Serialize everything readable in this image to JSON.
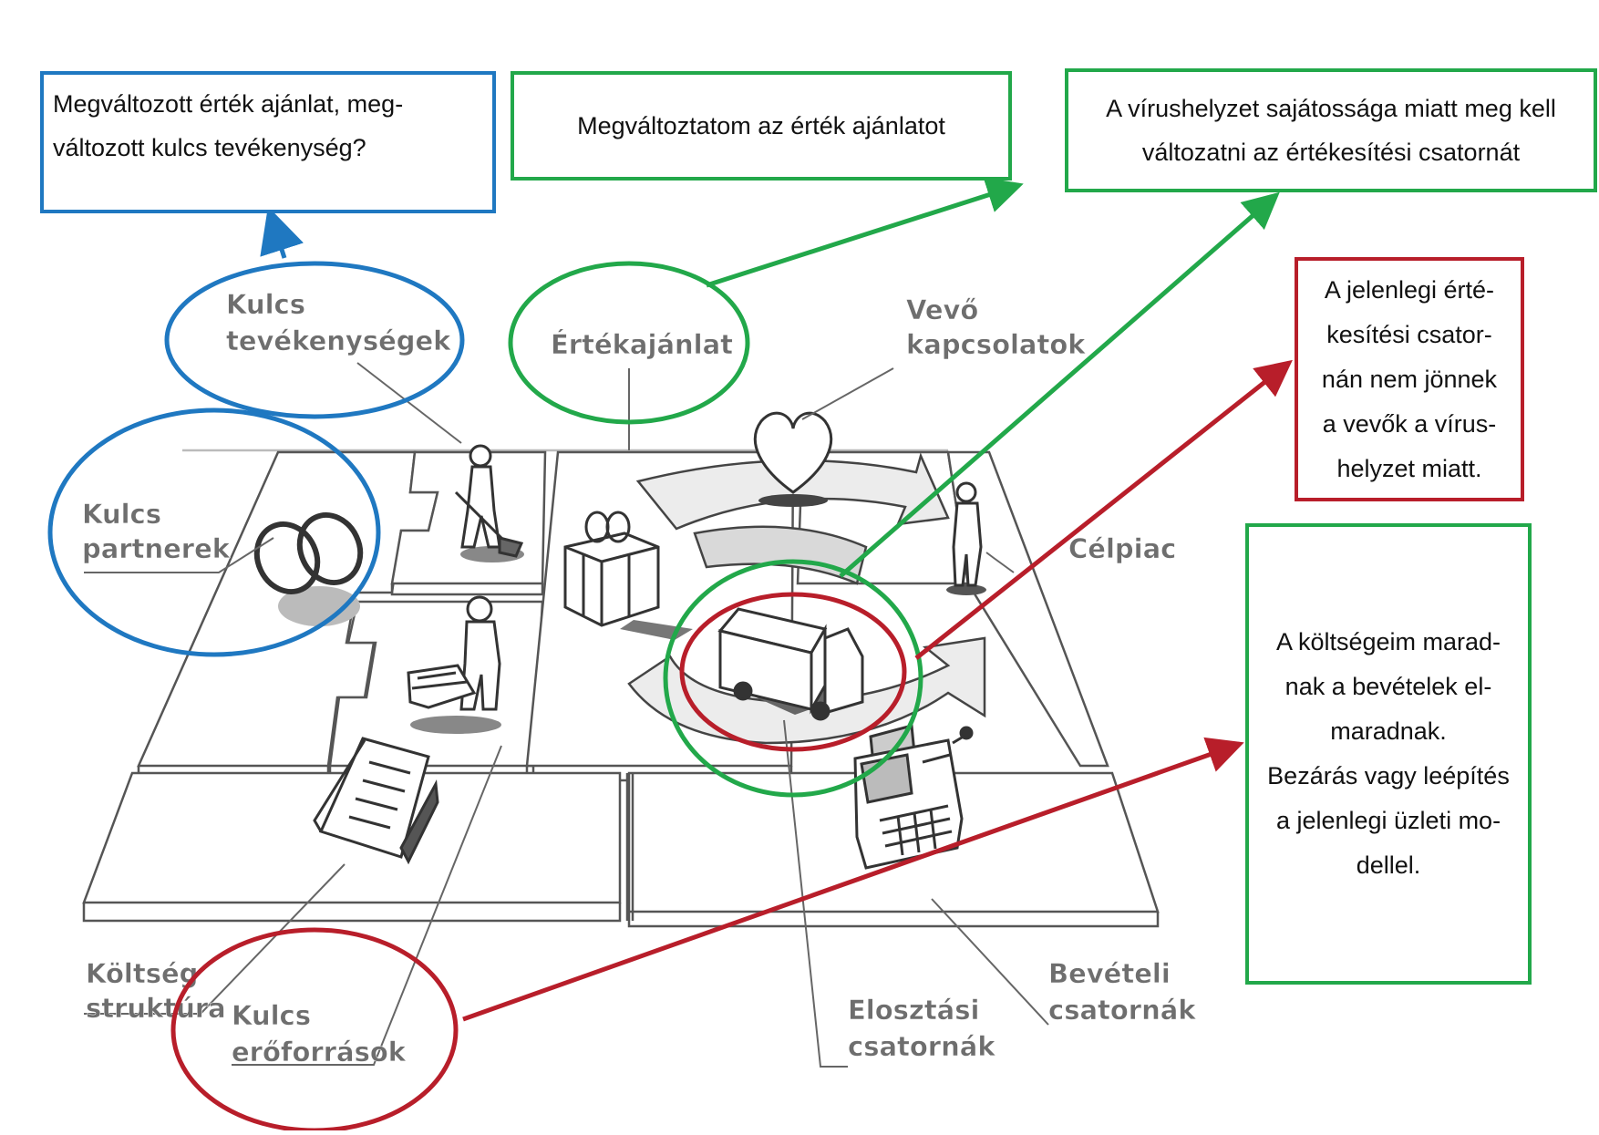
{
  "canvas_labels": {
    "key_activities": [
      "Kulcs",
      "tevékenységek"
    ],
    "value_proposition": "Értékajánlat",
    "customer_relationships": [
      "Vevő",
      "kapcsolatok"
    ],
    "key_partners": [
      "Kulcs",
      "partnerek"
    ],
    "customer_segments": "Célpiac",
    "cost_structure": [
      "Költség",
      "struktúra"
    ],
    "key_resources": [
      "Kulcs",
      "erőforrások"
    ],
    "channels": [
      "Elosztási",
      "csatornák"
    ],
    "revenue_streams": [
      "Bevételi",
      "csatornák"
    ]
  },
  "callouts": {
    "blue_box": "Megváltozott érték ajánlat, meg-\nváltozott kulcs tevékenység?",
    "value_box": "Megváltoztatom az érték ajánlatot",
    "channel_box": "A vírushelyzet sajátossága miatt meg kell\nváltozatni az értékesítési csatornát",
    "customers_box": "A jelenlegi érté-\nkesítési csator-\nnán nem jönnek\na vevők a vírus-\nhelyzet miatt.",
    "costs_box": "A költségeim marad-\nnak a bevételek el-\nmaradnak.\nBezárás vagy leépítés\na jelenlegi üzleti mo-\ndellel."
  },
  "colors": {
    "blue": "#1f78c1",
    "green": "#22a84a",
    "red": "#b81e2a",
    "sketch": "#555555",
    "label": "#6e6e6e"
  },
  "icons": [
    "rings-icon",
    "worker-icon",
    "gift-icon",
    "heart-icon",
    "person-icon",
    "truck-icon",
    "cash-register-icon",
    "document-icon",
    "machine-icon"
  ]
}
